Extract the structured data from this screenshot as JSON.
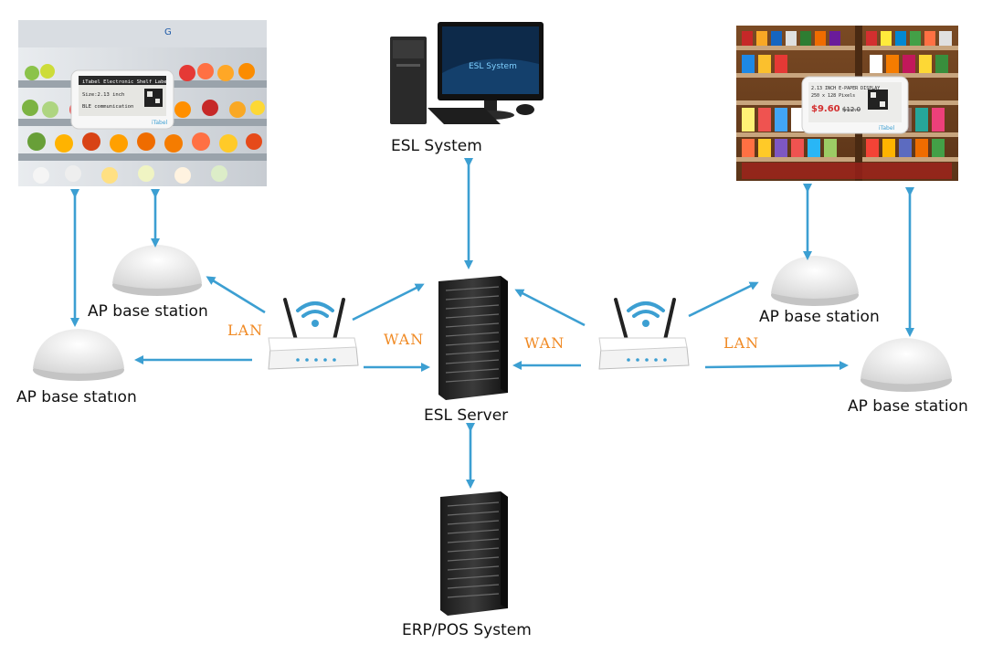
{
  "labels": {
    "esl_system": "ESL System",
    "esl_server": "ESL Server",
    "erp_pos": "ERP/POS System",
    "ap_left_upper": "AP base station",
    "ap_left_lower": "AP base statıon",
    "ap_right_upper": "AP base station",
    "ap_right_lower": "AP base station",
    "lan_left": "LAN",
    "wan_left": "WAN",
    "wan_right": "WAN",
    "lan_right": "LAN"
  },
  "monitor_text": "ESL System",
  "left_tag": {
    "title": "iTabel Electronic Shelf Labe",
    "line2": "Size:2.13 inch",
    "line3": "BLE communication",
    "brand": "iTabel"
  },
  "right_tag": {
    "title": "2.13 INCH E-PAPER DISPLAY",
    "line2": "250 x 128 Pixels",
    "price": "$9.60",
    "old_price": "$12.0",
    "brand": "iTabel"
  },
  "colors": {
    "arrow": "#3c9fd2",
    "lan_wan": "#f08a24",
    "server": "#2b2b2b"
  }
}
